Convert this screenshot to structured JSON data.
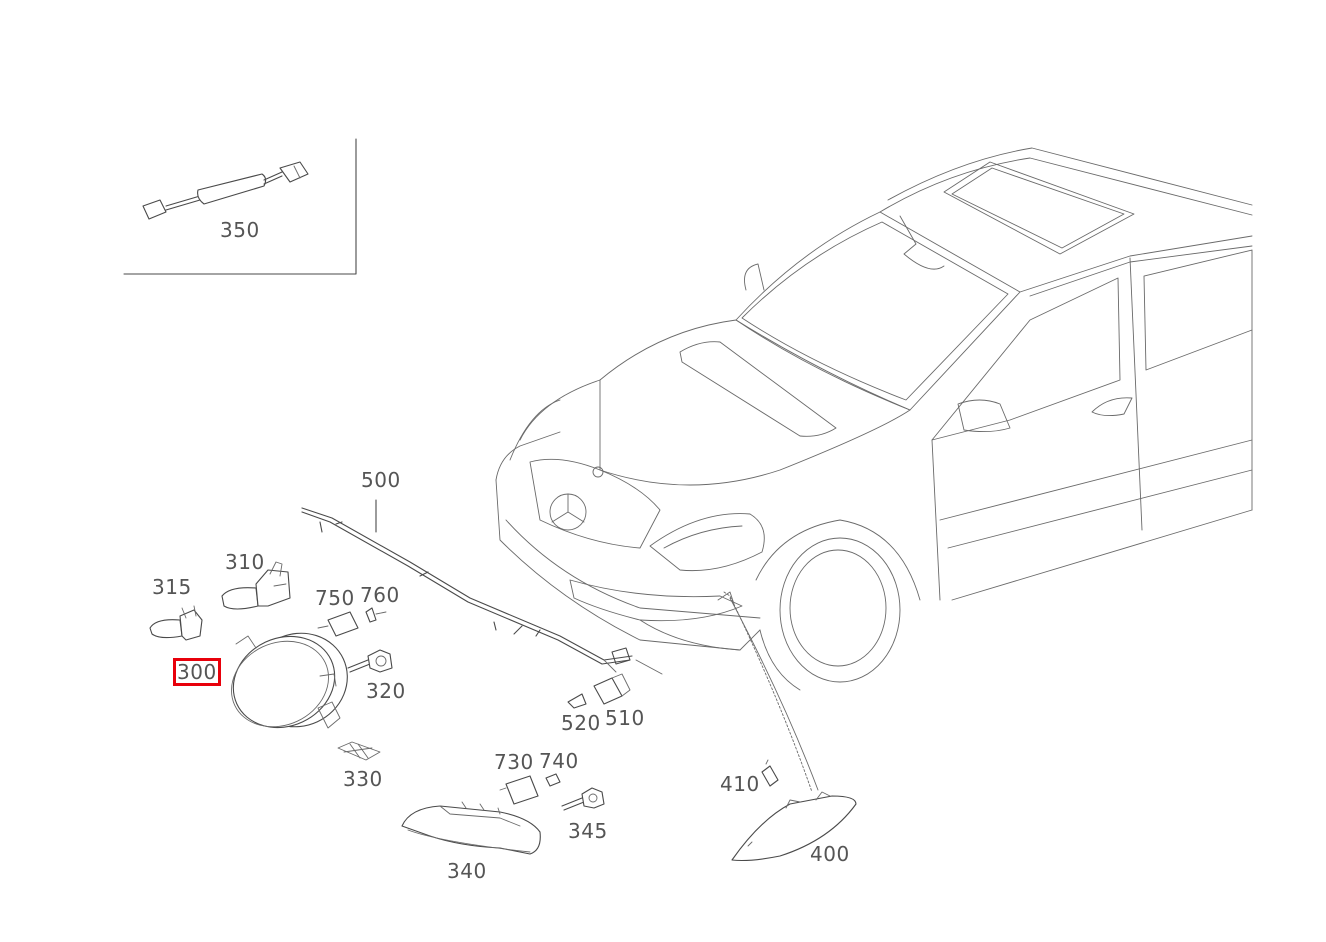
{
  "diagram": {
    "highlight_color": "#e8000b",
    "line_color": "#4a4a4a",
    "label_color": "#555555"
  },
  "labels": {
    "p350": "350",
    "p500": "500",
    "p310": "310",
    "p315": "315",
    "p750": "750",
    "p760": "760",
    "p300": "300",
    "p320": "320",
    "p520": "520",
    "p510": "510",
    "p330": "330",
    "p730": "730",
    "p740": "740",
    "p345": "345",
    "p410": "410",
    "p340": "340",
    "p400": "400"
  },
  "selected_part": "300"
}
